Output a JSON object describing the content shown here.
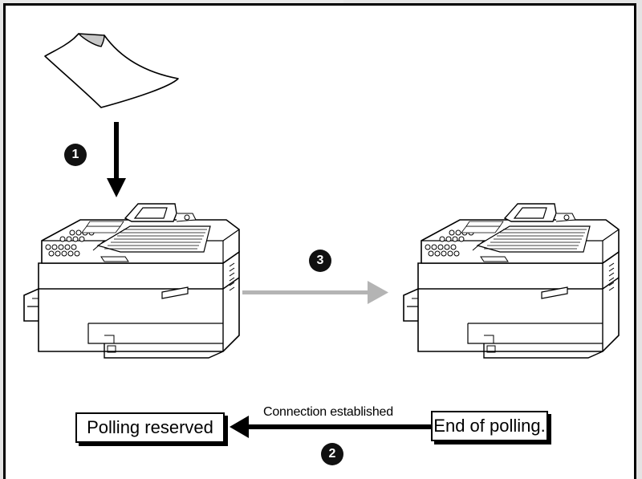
{
  "steps": {
    "step1": "1",
    "step2": "2",
    "step3": "3"
  },
  "labels": {
    "polling_reserved": "Polling reserved",
    "end_of_polling": "End of polling.",
    "connection_established": "Connection established"
  },
  "icons": {
    "document": "document-icon",
    "fax_left": "fax-machine-icon",
    "fax_right": "fax-machine-icon"
  },
  "colors": {
    "gray_arrow": "#b4b4b4",
    "black": "#000000"
  }
}
